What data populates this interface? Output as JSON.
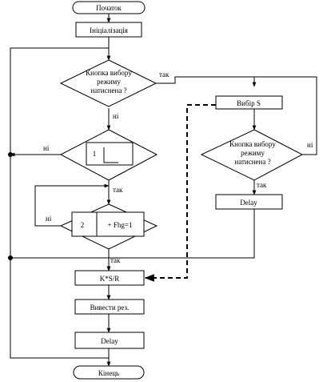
{
  "nodes": {
    "start": "Початок",
    "init": "Ініціалізація",
    "cond_mode": [
      "Кнопка вибору",
      "режиму",
      "натиснена ?"
    ],
    "timer_1": "1",
    "cond_2": {
      "num": "2",
      "flag": "+ Fhg=1"
    },
    "select_s": "Вибір S",
    "cond_mode_2": [
      "Кнопка вибору",
      "режиму",
      "натиснена ?"
    ],
    "delay_right": "Delay",
    "compute": "K*S/R",
    "output": "Вивести рез.",
    "delay_bottom": "Delay",
    "end": "Кінець"
  },
  "labels": {
    "yes": "так",
    "no": "ні"
  }
}
